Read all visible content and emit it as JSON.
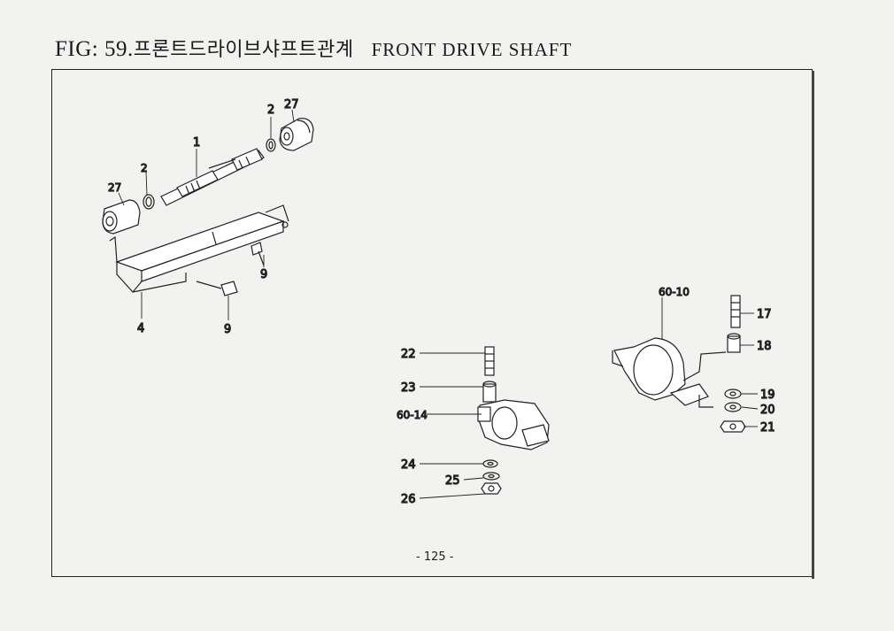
{
  "title": {
    "fig_label": "FIG: 59.",
    "korean": "프론트드라이브샤프트관계",
    "english": "FRONT DRIVE SHAFT"
  },
  "labels": {
    "l1": "1",
    "l2a": "2",
    "l2b": "2",
    "l27a": "27",
    "l27b": "27",
    "l4": "4",
    "l9a": "9",
    "l9b": "9",
    "l17": "17",
    "l18": "18",
    "l19": "19",
    "l20": "20",
    "l21": "21",
    "l22": "22",
    "l23": "23",
    "l24": "24",
    "l25": "25",
    "l26": "26",
    "l6010": "60-10",
    "l6014": "60-14"
  },
  "page_number": "-  125  -"
}
